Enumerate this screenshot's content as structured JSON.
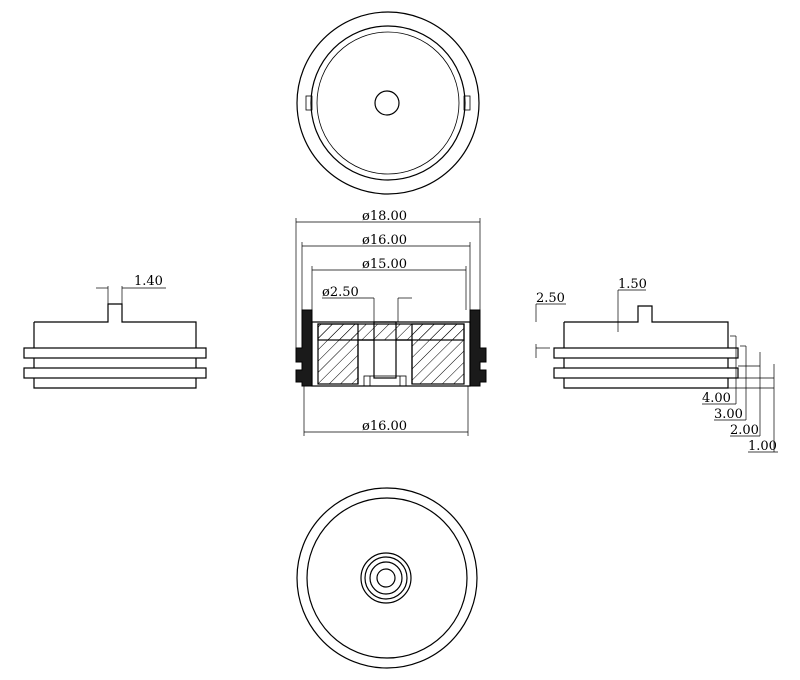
{
  "views": {
    "top": "top-view",
    "section": "section-view",
    "bottom": "bottom-view",
    "left": "left-side-view",
    "right": "right-side-view"
  },
  "dimensions": {
    "d18": "ø18.00",
    "d16_top": "ø16.00",
    "d15": "ø15.00",
    "d2_5": "ø2.50",
    "d16_bottom": "ø16.00",
    "left_slot": "1.40",
    "right_slot": "1.50",
    "right_top": "2.50",
    "h4": "4.00",
    "h3": "3.00",
    "h2": "2.00",
    "h1": "1.00"
  }
}
